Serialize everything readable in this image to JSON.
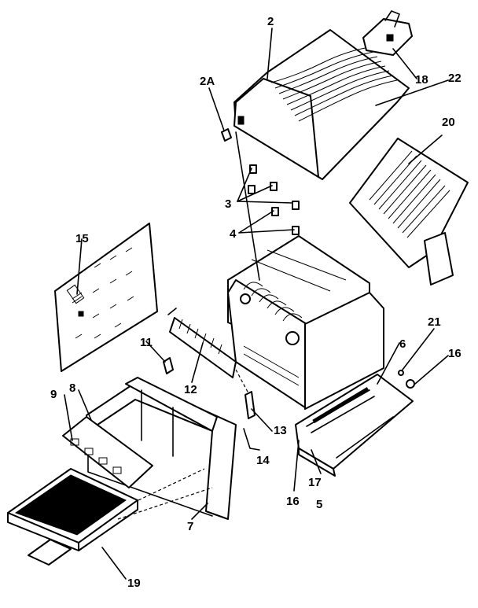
{
  "callouts": [
    {
      "id": "2",
      "text": "2"
    },
    {
      "id": "2A",
      "text": "2A"
    },
    {
      "id": "18",
      "text": "18"
    },
    {
      "id": "22",
      "text": "22"
    },
    {
      "id": "20",
      "text": "20"
    },
    {
      "id": "3",
      "text": "3"
    },
    {
      "id": "4",
      "text": "4"
    },
    {
      "id": "15",
      "text": "15"
    },
    {
      "id": "11",
      "text": "11"
    },
    {
      "id": "12",
      "text": "12"
    },
    {
      "id": "21",
      "text": "21"
    },
    {
      "id": "6",
      "text": "6"
    },
    {
      "id": "16a",
      "text": "16"
    },
    {
      "id": "9",
      "text": "9"
    },
    {
      "id": "8",
      "text": "8"
    },
    {
      "id": "13",
      "text": "13"
    },
    {
      "id": "14",
      "text": "14"
    },
    {
      "id": "16b",
      "text": "16"
    },
    {
      "id": "17",
      "text": "17"
    },
    {
      "id": "5",
      "text": "5"
    },
    {
      "id": "7",
      "text": "7"
    },
    {
      "id": "19",
      "text": "19"
    }
  ]
}
